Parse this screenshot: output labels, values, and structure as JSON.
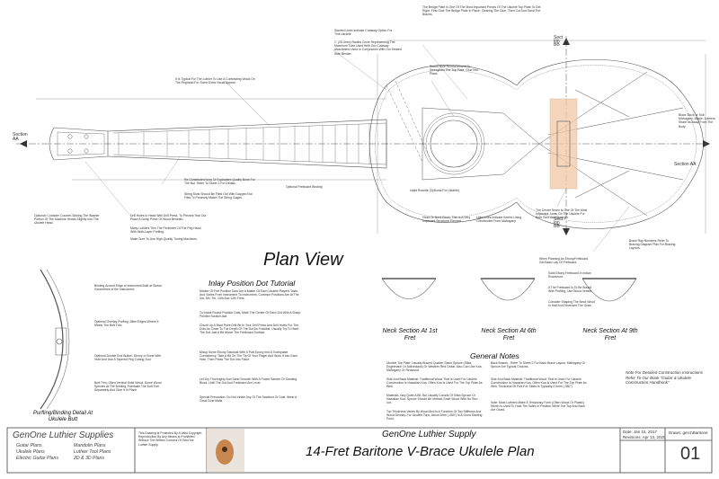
{
  "plan_view_title": "Plan View",
  "section_labels": {
    "aa_left": "Section AA",
    "aa_right": "Section AA",
    "bb_top": "Section BB",
    "bb_bottom": "Section BB"
  },
  "neck_sections": {
    "fret1": "Neck Section At 1st Fret",
    "fret6": "Neck Section At 6th Fret",
    "fret9": "Neck Section At 9th Fret"
  },
  "headings": {
    "inlay": "Inlay Position Dot Tutorial",
    "general_notes": "General Notes",
    "purfling_detail": "Purfling/Binding Detail At Ukulele Butt"
  },
  "notes": {
    "bridge_plate": "The Bridge Plate Is One Of The Most Important Pieces Of The Ukulele Top Plate To Get Right. First Glue The Bridge Plate In Place, Clearing The Glue, Then Cut And Sand The Braces.",
    "side_cutaway": "Slanted Lines Indicate Cutaway Option For This Ukulele",
    "radius_circle": "1\" (25.4mm) Radius Circle Representing The Maximum Tube Used With Our Cutaway Attachment Used In Conjunction With Our Heated Side Bender.",
    "sound_hole": "Sound Hole Reinforcement To Strengthen The Top Plate. Glue Into Place.",
    "tuning_machine": "It Is Typical For The Luthier To Use A Contrasting Wood On The Peghead For Some Extra Visual Appeal.",
    "fret_note": "Re-Constituted Ivory Or Equivalent Quality Bone For The Nut. Refer To Sheet 2 For Details.",
    "string_slots": "String Slots Should Be Filed Out With Gapped Nut Files To Precisely Match The String Gages.",
    "optional_fretboard": "Optional Fretboard Binding",
    "inlaid_rosette": "Inlaid Rosette (Optional For Ukulele)",
    "head_block": "Head Or Neck Block. This Is A Very Important Structural Element.",
    "light_lines": "Light Lines Indicate Kerfed Lining Constructed From Mahogany.",
    "center_seam": "The Center Seam Is One Of The Most Important Joints On The Ukulele For Both Tone And Strength.",
    "brace_ray": "Brace Ray Numbers Refer To Bracing Diagram Plan For Bracing Layouts.",
    "black_stock": "Black Stock or Sub Mahogany, Maple, Luthiers Share Its Away From The Body.",
    "drill_holes": "Drill Holes In Head With Drill Press. To Prevent Tear Out Place A Scrap Piece Of Wood Beneath.",
    "luthiers_trim": "Many Luthiers Trim The Perimeter Of The Peg Head With Multi-Layer Purfling.",
    "tuning_mfr": "Make Sure To Use High Quality Tuning Machines.",
    "counter_sink": "Optional: Consider Counter-Sinking The Washer Portion Of The Machine Heads Slightly Into The Ukulele Head.",
    "binding_rounded": "Binding Around Edge of Instrument Built at Global Geometries of the Instrument.",
    "optional_overlay": "Optional Overlay Purfling, Miter Edges Where It Meets The Butt Trim.",
    "optional_double": "Optional Double End Button. Ebony or Bone With Hole And Use A Tapered Peg Cutting Tool.",
    "butt_trim": "Butt Trim: Often Vertical Solid Wood. Some Wood Species At The Binding, Fabricate The Butt Trim Separately And Glue It In Place.",
    "fretboard_binding": "When Planning An Ebony/Fretboard Get Basic Lay Of Fretboard.",
    "solid_ebony": "Solid Ebony Fretboard In Indian Rosewood.",
    "fretboard_purfling": "If The Fretboard Is To Be Bound With Purfling, Use Wood Veneer.",
    "consider_shaping": "Consider Shaping The Neck Wood In Half And Reversed The Grain."
  },
  "inlay_tutorial": {
    "p1": "Marker Of Fret Position Dots Are A Matter Of Each Ukulele Players Taste, And Varies From Instrument To Instrument. Common Positions Are At The 3rd, 5th, 7th, 10th And 12th Frets.",
    "p2": "To Install Round Position Dots, Mark The Center Of Each Dot With A Sharp Pointed Scratch Awl.",
    "p3": "Chuck Up A Brad Point Drill Bit In Your Drill Press And Drill Holes For The Dots As Close To The Depth Of The Dot As Possible. Usually Try To Have The Dot Just A Bit Above The Fretboard Surface.",
    "p4": "Mixup Some Ebony Sawdust With 5 Part Epoxy Into A Toothpaste Consistency. Take A Bit On The Tip Of Your Finger And Work It Into Each Hole, Then Press The Dot Into Place.",
    "p5": "Let Dry Thoroughly And Sand Smooth With A Power Sander Or Sanding Block. Until The Dot And Fretboard Are Level.",
    "p6": "Special Precaution: Do Not Inhale Any Of The Sawdust Or Dust. Wear A Good Dust Mask."
  },
  "general_notes_text": {
    "col1_p1": "Ukulele Top Plate: Usually Braced Quarter Sawn Spruce (Sitka, Engelmann Or Adirondack) Or Western Red Cedar. Also Can Use Koa, Mahogany Or Redwood.",
    "col1_p2": "Side And Back Material: Traditional Wood That Is Used For Ukulele Construction Is Hawaiian Koa. Often Koa Is Used For The Top Plate As Well.",
    "col1_p3": "Materials Vary Quite A Bit, But Usually Consist Of Sitka Spruce Or Hawaiian Koa. Spruce Should Be Vertical Grain Wood With No Run-out.",
    "col1_p4": "Top Thickness Varies By Wood And Is A Function Of Top Stiffness And Wood Density. For Ukulele Tops, About 2mm (.080\") Is A Good Starting Point.",
    "col2_p1": "Back Braces - Refer To Sheet 2 For Back Brace Layout. Mahogany Or Spruce Are Typical Choices.",
    "col2_p2": "Side And Back Material: Traditional Wood That Is Used For Ukulele Construction Is Hawaiian Koa. Often Koa Is Used For The Top Plate As Well. Thickness Of Five For Sides Is Typically 2.0mm (.080\").",
    "col2_p3": "Note: Most Luthiers Make A Temporary Form (Often Wood Or Plastic) Which Is Used To Hold The Sides In Position While The Top And Back Are Glued."
  },
  "construction_note": "Note For Detailed Construction Instructions Refer To Our Book \"Guitar & Ukulele Construction Handbook\"",
  "title_block": {
    "company": "GenOne Luthier Supplies",
    "links_col1": [
      "Guitar Plans",
      "Ukulele Plans",
      "Electric Guitar Plans"
    ],
    "links_col2": [
      "Mandolin Plans",
      "Luthier Tool Plans",
      "2D & 3D Plans"
    ],
    "small_note": "This Drawing Is Protected By A Valid Copyright. Reproduction By Any Means Is Prohibited Without The Written Consent Of GenOne Luthier Supply.",
    "supply_name": "GenOne Luthier Supply",
    "plan_title": "14-Fret Baritone V-Brace Ukulele Plan",
    "date": "Date: Jan 15, 2017",
    "revision": "Revisions: Apr 13, 2020",
    "drawn": "Drawn: gen1\\Baritone",
    "sheet": "01"
  },
  "colors": {
    "line": "#555555",
    "bridge_plate": "#f2c9a8",
    "title_brand": "#444444"
  }
}
